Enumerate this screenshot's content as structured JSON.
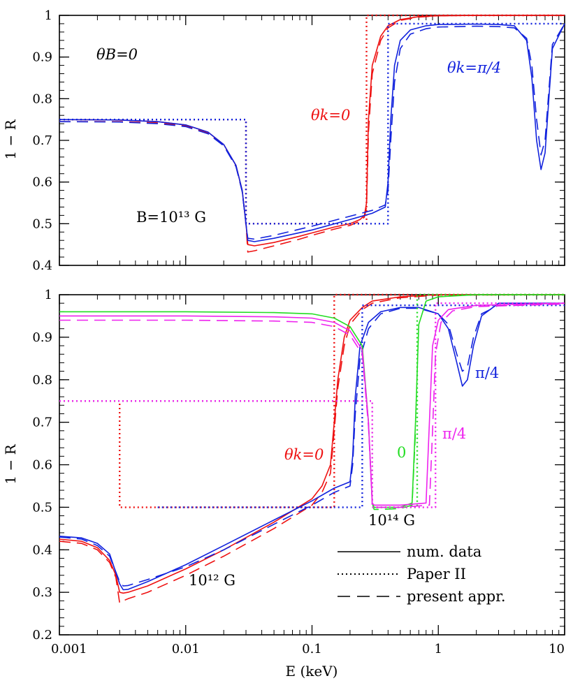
{
  "chart_data": [
    {
      "type": "line",
      "panel": "top",
      "xscale": "log",
      "xlim": [
        0.001,
        10
      ],
      "ylim": [
        0.4,
        1.0
      ],
      "xlabel": "",
      "ylabel": "1 − R",
      "yticks": [
        "0.4",
        "0.5",
        "0.6",
        "0.7",
        "0.8",
        "0.9",
        "1"
      ],
      "annotations": [
        {
          "text": "θB=0",
          "color": "#000000"
        },
        {
          "text": "B=10¹³ G",
          "color": "#000000"
        },
        {
          "text": "θk=0",
          "color": "#ee1111"
        },
        {
          "text": "θk=π/4",
          "color": "#1122dd"
        }
      ],
      "series": [
        {
          "color": "#ee1111",
          "style": "solid",
          "x": [
            0.001,
            0.003,
            0.006,
            0.01,
            0.015,
            0.02,
            0.025,
            0.028,
            0.03,
            0.031,
            0.035,
            0.05,
            0.08,
            0.1,
            0.15,
            0.2,
            0.24,
            0.26,
            0.27,
            0.28,
            0.3,
            0.35,
            0.4,
            0.5,
            0.7,
            1,
            2,
            10
          ],
          "y": [
            0.75,
            0.749,
            0.745,
            0.737,
            0.72,
            0.69,
            0.64,
            0.58,
            0.5,
            0.45,
            0.447,
            0.455,
            0.47,
            0.478,
            0.492,
            0.5,
            0.51,
            0.52,
            0.55,
            0.75,
            0.88,
            0.95,
            0.975,
            0.99,
            0.997,
            0.999,
            1.0,
            1.0
          ]
        },
        {
          "color": "#ee1111",
          "style": "dashed",
          "x": [
            0.001,
            0.003,
            0.006,
            0.01,
            0.015,
            0.02,
            0.025,
            0.028,
            0.03,
            0.031,
            0.035,
            0.05,
            0.08,
            0.1,
            0.15,
            0.2,
            0.24,
            0.26,
            0.27,
            0.28,
            0.3,
            0.35,
            0.4,
            0.5,
            0.7,
            1,
            2,
            10
          ],
          "y": [
            0.745,
            0.745,
            0.742,
            0.735,
            0.718,
            0.688,
            0.638,
            0.578,
            0.5,
            0.432,
            0.435,
            0.447,
            0.463,
            0.472,
            0.487,
            0.496,
            0.506,
            0.516,
            0.54,
            0.72,
            0.86,
            0.94,
            0.97,
            0.988,
            0.996,
            0.999,
            1.0,
            1.0
          ]
        },
        {
          "color": "#ee1111",
          "style": "dotted",
          "x": [
            0.001,
            0.03,
            0.03,
            0.27,
            0.27,
            10
          ],
          "y": [
            0.75,
            0.75,
            0.5,
            0.5,
            1.0,
            1.0
          ]
        },
        {
          "color": "#1122dd",
          "style": "solid",
          "x": [
            0.001,
            0.003,
            0.006,
            0.01,
            0.015,
            0.02,
            0.025,
            0.028,
            0.03,
            0.031,
            0.035,
            0.05,
            0.1,
            0.2,
            0.3,
            0.38,
            0.4,
            0.42,
            0.45,
            0.5,
            0.6,
            0.8,
            1,
            2,
            3,
            4,
            5,
            5.5,
            6,
            6.5,
            7,
            8,
            10
          ],
          "y": [
            0.75,
            0.749,
            0.745,
            0.737,
            0.72,
            0.69,
            0.64,
            0.58,
            0.5,
            0.46,
            0.457,
            0.465,
            0.485,
            0.51,
            0.525,
            0.54,
            0.6,
            0.75,
            0.88,
            0.94,
            0.965,
            0.975,
            0.978,
            0.979,
            0.978,
            0.975,
            0.94,
            0.85,
            0.7,
            0.63,
            0.67,
            0.92,
            0.98
          ]
        },
        {
          "color": "#1122dd",
          "style": "dashed",
          "x": [
            0.001,
            0.003,
            0.006,
            0.01,
            0.015,
            0.02,
            0.025,
            0.028,
            0.03,
            0.031,
            0.035,
            0.05,
            0.1,
            0.2,
            0.3,
            0.38,
            0.4,
            0.42,
            0.45,
            0.5,
            0.6,
            0.8,
            1,
            2,
            3,
            4,
            5,
            5.5,
            6,
            6.5,
            7,
            8,
            10
          ],
          "y": [
            0.745,
            0.744,
            0.74,
            0.733,
            0.716,
            0.687,
            0.637,
            0.577,
            0.5,
            0.465,
            0.463,
            0.472,
            0.494,
            0.518,
            0.532,
            0.545,
            0.58,
            0.7,
            0.84,
            0.92,
            0.955,
            0.968,
            0.972,
            0.974,
            0.973,
            0.97,
            0.945,
            0.88,
            0.75,
            0.665,
            0.7,
            0.93,
            0.98
          ]
        },
        {
          "color": "#1122dd",
          "style": "dotted",
          "x": [
            0.001,
            0.03,
            0.03,
            0.4,
            0.4,
            10
          ],
          "y": [
            0.75,
            0.75,
            0.5,
            0.5,
            0.98,
            0.98
          ]
        }
      ]
    },
    {
      "type": "line",
      "panel": "bottom",
      "xscale": "log",
      "xlim": [
        0.001,
        10
      ],
      "ylim": [
        0.2,
        1.0
      ],
      "xlabel": "E (keV)",
      "ylabel": "1 − R",
      "yticks": [
        "0.2",
        "0.3",
        "0.4",
        "0.5",
        "0.6",
        "0.7",
        "0.8",
        "0.9",
        "1"
      ],
      "xticks": [
        "0.001",
        "0.01",
        "0.1",
        "1",
        "10"
      ],
      "annotations": [
        {
          "text": "θk=0",
          "color": "#ee1111"
        },
        {
          "text": "π/4",
          "color": "#1122dd"
        },
        {
          "text": "0",
          "color": "#22dd22"
        },
        {
          "text": "π/4",
          "color": "#ee22ee"
        },
        {
          "text": "10¹⁴ G",
          "color": "#000000"
        },
        {
          "text": "10¹² G",
          "color": "#000000"
        }
      ],
      "legend": {
        "position": "bottom-right",
        "entries": [
          {
            "label": "num. data",
            "style": "solid"
          },
          {
            "label": "Paper II",
            "style": "dotted"
          },
          {
            "label": "present appr.",
            "style": "dashed"
          }
        ]
      },
      "series": [
        {
          "color": "#ee1111",
          "style": "solid",
          "x": [
            0.001,
            0.0015,
            0.002,
            0.0025,
            0.0028,
            0.003,
            0.0032,
            0.0035,
            0.005,
            0.01,
            0.02,
            0.05,
            0.1,
            0.12,
            0.14,
            0.15,
            0.16,
            0.18,
            0.2,
            0.25,
            0.3,
            0.5,
            1,
            10
          ],
          "y": [
            0.425,
            0.42,
            0.405,
            0.375,
            0.34,
            0.3,
            0.298,
            0.3,
            0.315,
            0.355,
            0.4,
            0.465,
            0.52,
            0.55,
            0.6,
            0.7,
            0.8,
            0.9,
            0.94,
            0.97,
            0.985,
            0.995,
            1.0,
            1.0
          ]
        },
        {
          "color": "#ee1111",
          "style": "dashed",
          "x": [
            0.001,
            0.0015,
            0.002,
            0.0025,
            0.0028,
            0.003,
            0.0032,
            0.0035,
            0.005,
            0.01,
            0.02,
            0.05,
            0.1,
            0.12,
            0.14,
            0.15,
            0.16,
            0.18,
            0.2,
            0.25,
            0.3,
            0.5,
            1,
            10
          ],
          "y": [
            0.42,
            0.415,
            0.4,
            0.37,
            0.335,
            0.275,
            0.28,
            0.285,
            0.3,
            0.34,
            0.385,
            0.45,
            0.505,
            0.535,
            0.58,
            0.68,
            0.78,
            0.88,
            0.93,
            0.965,
            0.98,
            0.993,
            0.999,
            1.0
          ]
        },
        {
          "color": "#ee1111",
          "style": "dotted",
          "x": [
            0.001,
            0.003,
            0.003,
            0.15,
            0.15,
            10
          ],
          "y": [
            0.75,
            0.75,
            0.5,
            0.5,
            1.0,
            1.0
          ]
        },
        {
          "color": "#1122dd",
          "style": "solid",
          "x": [
            0.001,
            0.0015,
            0.002,
            0.0025,
            0.003,
            0.0032,
            0.0035,
            0.005,
            0.01,
            0.02,
            0.05,
            0.1,
            0.15,
            0.2,
            0.21,
            0.22,
            0.24,
            0.28,
            0.35,
            0.5,
            0.7,
            1,
            1.2,
            1.4,
            1.55,
            1.7,
            1.9,
            2.2,
            3,
            10
          ],
          "y": [
            0.432,
            0.428,
            0.415,
            0.39,
            0.32,
            0.306,
            0.307,
            0.325,
            0.365,
            0.41,
            0.47,
            0.515,
            0.545,
            0.56,
            0.62,
            0.76,
            0.88,
            0.935,
            0.96,
            0.97,
            0.97,
            0.955,
            0.92,
            0.84,
            0.785,
            0.8,
            0.88,
            0.95,
            0.98,
            0.98
          ]
        },
        {
          "color": "#1122dd",
          "style": "dashed",
          "x": [
            0.001,
            0.0015,
            0.002,
            0.0025,
            0.003,
            0.0032,
            0.0035,
            0.005,
            0.01,
            0.02,
            0.05,
            0.1,
            0.15,
            0.2,
            0.21,
            0.22,
            0.24,
            0.28,
            0.35,
            0.5,
            0.7,
            1,
            1.2,
            1.4,
            1.55,
            1.7,
            1.9,
            2.2,
            3,
            10
          ],
          "y": [
            0.43,
            0.425,
            0.41,
            0.385,
            0.325,
            0.315,
            0.316,
            0.33,
            0.36,
            0.4,
            0.46,
            0.505,
            0.535,
            0.55,
            0.6,
            0.72,
            0.85,
            0.92,
            0.955,
            0.968,
            0.968,
            0.955,
            0.93,
            0.86,
            0.82,
            0.83,
            0.9,
            0.955,
            0.975,
            0.98
          ]
        },
        {
          "color": "#1122dd",
          "style": "dotted",
          "x": [
            0.006,
            0.22,
            0.22,
            0.25,
            0.25,
            10
          ],
          "y": [
            0.5,
            0.5,
            0.5,
            0.5,
            0.975,
            0.975
          ]
        },
        {
          "color": "#22dd22",
          "style": "solid",
          "x": [
            0.001,
            0.01,
            0.05,
            0.1,
            0.15,
            0.2,
            0.25,
            0.28,
            0.3,
            0.31,
            0.35,
            0.5,
            0.62,
            0.66,
            0.7,
            0.8,
            1,
            2,
            10
          ],
          "y": [
            0.96,
            0.96,
            0.958,
            0.955,
            0.945,
            0.925,
            0.88,
            0.7,
            0.51,
            0.5,
            0.5,
            0.5,
            0.51,
            0.7,
            0.93,
            0.985,
            0.995,
            1.0,
            1.0
          ]
        },
        {
          "color": "#22dd22",
          "style": "dashed",
          "x": [
            0.3,
            0.31,
            0.35,
            0.5,
            0.62,
            0.66
          ],
          "y": [
            0.51,
            0.495,
            0.495,
            0.497,
            0.505,
            0.68
          ]
        },
        {
          "color": "#22dd22",
          "style": "dotted",
          "x": [
            0.001,
            0.3,
            0.3,
            0.68,
            0.68,
            10
          ],
          "y": [
            0.75,
            0.75,
            0.5,
            0.5,
            1.0,
            1.0
          ]
        },
        {
          "color": "#ee22ee",
          "style": "solid",
          "x": [
            0.001,
            0.01,
            0.05,
            0.1,
            0.15,
            0.2,
            0.25,
            0.28,
            0.3,
            0.31,
            0.35,
            0.5,
            0.8,
            0.85,
            0.9,
            1,
            1.2,
            2,
            10
          ],
          "y": [
            0.95,
            0.95,
            0.948,
            0.945,
            0.935,
            0.915,
            0.87,
            0.7,
            0.51,
            0.505,
            0.505,
            0.505,
            0.51,
            0.7,
            0.88,
            0.94,
            0.965,
            0.975,
            0.98
          ]
        },
        {
          "color": "#ee22ee",
          "style": "dashed",
          "x": [
            0.001,
            0.01,
            0.05,
            0.1,
            0.15,
            0.2,
            0.25,
            0.28,
            0.3,
            0.31,
            0.35,
            0.5,
            0.85,
            0.9,
            0.95,
            1.05,
            1.3,
            2,
            10
          ],
          "y": [
            0.94,
            0.94,
            0.938,
            0.935,
            0.925,
            0.905,
            0.86,
            0.69,
            0.51,
            0.5,
            0.5,
            0.5,
            0.505,
            0.68,
            0.86,
            0.935,
            0.962,
            0.972,
            0.978
          ]
        },
        {
          "color": "#ee22ee",
          "style": "dotted",
          "x": [
            0.001,
            0.3,
            0.3,
            0.95,
            0.95,
            10
          ],
          "y": [
            0.75,
            0.75,
            0.5,
            0.5,
            0.98,
            0.98
          ]
        }
      ]
    }
  ]
}
